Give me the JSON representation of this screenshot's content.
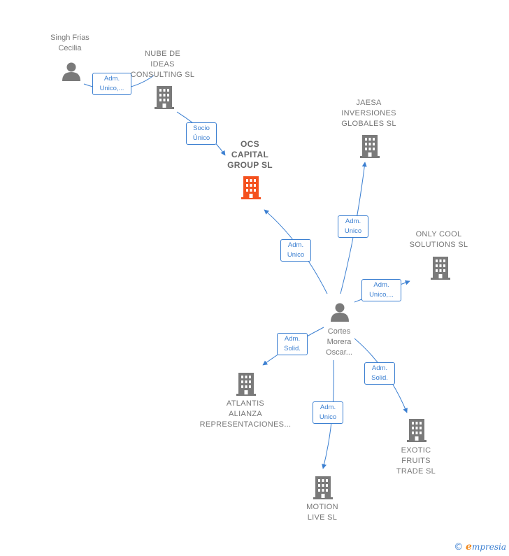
{
  "nodes": {
    "singh": {
      "label": "Singh Frias\nCecilia",
      "kind": "person"
    },
    "nube": {
      "label": "NUBE DE\nIDEAS\nCONSULTING SL",
      "kind": "company"
    },
    "ocs": {
      "label": "OCS\nCAPITAL\nGROUP  SL",
      "kind": "company-focus"
    },
    "jaesa": {
      "label": "JAESA\nINVERSIONES\nGLOBALES SL",
      "kind": "company"
    },
    "onlycool": {
      "label": "ONLY COOL\nSOLUTIONS  SL",
      "kind": "company"
    },
    "cortes": {
      "label": "Cortes\nMorera\nOscar...",
      "kind": "person"
    },
    "atlantis": {
      "label": "ATLANTIS\nALIANZA\nREPRESENTACIONES...",
      "kind": "company"
    },
    "motion": {
      "label": "MOTION\nLIVE SL",
      "kind": "company"
    },
    "exotic": {
      "label": "EXOTIC\nFRUITS\nTRADE  SL",
      "kind": "company"
    }
  },
  "edges": {
    "singh_nube": "Adm.\nUnico,...",
    "nube_ocs": "Socio\nÚnico",
    "cortes_ocs": "Adm.\nUnico",
    "cortes_jaesa": "Adm.\nUnico",
    "cortes_onlycool": "Adm.\nUnico,...",
    "cortes_atlantis": "Adm.\nSolid.",
    "cortes_motion": "Adm.\nUnico",
    "cortes_exotic": "Adm.\nSolid."
  },
  "colors": {
    "edge": "#3b7fd1",
    "icon": "#7a7a7a",
    "focus": "#f4511e"
  },
  "footer": {
    "copyright": "©",
    "brand_initial": "e",
    "brand_rest": "mpresia"
  }
}
